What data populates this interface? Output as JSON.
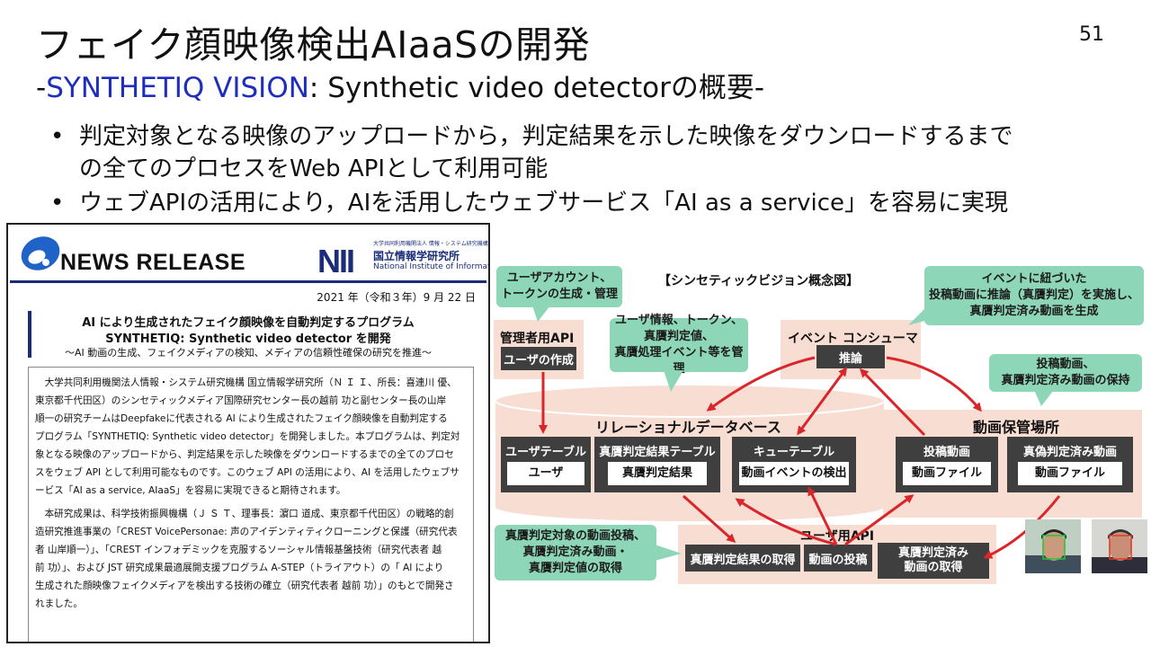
{
  "slide": {
    "title": "フェイク顔映像検出AIaaSの開発",
    "subtitle_dash_left": "-",
    "subtitle_blue": "SYNTHETIQ VISION",
    "subtitle_rest": ": Synthetic video detectorの概要-",
    "page_number": "51",
    "bullets": [
      {
        "line1": "判定対象となる映像のアップロードから，判定結果を示した映像をダウンロードするまで",
        "line2": "の全てのプロセスをWeb APIとして利用可能"
      },
      {
        "line1": "ウェブAPIの活用により，AIを活用したウェブサービス「AI as a service」を容易に実現"
      }
    ]
  },
  "news_release": {
    "header": "NEWS RELEASE",
    "logo_mark": "NII",
    "org_top": "大学共同利用機関法人 情報・システム研究機構",
    "org_jp": "国立情報学研究所",
    "org_en": "National Institute of Informatics",
    "date": "2021 年（令和３年）9 月 22 日",
    "headline1": "AI により生成されたフェイク顔映像を自動判定するプログラム",
    "headline2": "SYNTHETIQ: Synthetic video detector を開発",
    "headline3": "～AI 動画の生成、フェイクメディアの検知、メディアの信頼性確保の研究を推進～",
    "body_lines": [
      "大学共同利用機関法人情報・システム研究機構 国立情報学研究所（Ｎ Ｉ Ｉ、所長：喜連川 優、",
      "東京都千代田区）のシンセティックメディア国際研究センター長の越前 功と副センター長の山岸",
      "順一の研究チームはDeepfakeに代表される AI により生成されたフェイク顔映像を自動判定する",
      "プログラム「SYNTHETIQ: Synthetic video detector」を開発しました。本プログラムは、判定対",
      "象となる映像のアップロードから、判定結果を示した映像をダウンロードするまでの全てのプロセ",
      "スをウェブ API として利用可能なものです。このウェブ API の活用により、AI を活用したウェブサ",
      "ービス「AI as a service, AIaaS」を容易に実現できると期待されます。",
      "本研究成果は、科学技術振興機構（Ｊ Ｓ Ｔ、理事長：濵口 道成、東京都千代田区）の戦略的創",
      "造研究推進事業の「CREST VoicePersonae: 声のアイデンティティクローニングと保護（研究代表",
      "者 山岸順一）」、「CREST インフォデミックを克服するソーシャル情報基盤技術（研究代表者 越",
      "前 功）」、および JST 研究成果最適展開支援プログラム A-STEP（トライアウト）の「 AI により",
      "生成された顔映像フェイクメディアを検出する技術の確立（研究代表者 越前 功）」のもとで開発さ",
      "れました。"
    ]
  },
  "diagram": {
    "title": "【シンセティックビジョン概念図】",
    "bubbles": {
      "user_account": [
        "ユーザアカウント、",
        "トークンの生成・管理"
      ],
      "user_info": [
        "ユーザ情報、トークン、",
        "真贋判定値、",
        "真贋処理イベント等を管理"
      ],
      "event_infer": [
        "イベントに紐づいた",
        "投稿動画に推論（真贋判定）を実施し、",
        "真贋判定済み動画を生成"
      ],
      "storage": [
        "投稿動画、",
        "真贋判定済み動画の保持"
      ],
      "user_api_note": [
        "真贋判定対象の動画投稿、",
        "真贋判定済み動画・",
        "真贋判定値の取得"
      ]
    },
    "admin_api": {
      "label": "管理者用API",
      "item": "ユーザの作成"
    },
    "event_consumer": {
      "label": "イベント コンシューマ",
      "item": "推論"
    },
    "database": {
      "label": "リレーショナルデータベース",
      "tables": [
        {
          "name": "ユーザテーブル",
          "item": "ユーザ"
        },
        {
          "name": "真贋判定結果テーブル",
          "item": "真贋判定結果"
        },
        {
          "name": "キューテーブル",
          "item": "動画イベントの検出"
        }
      ]
    },
    "storage_area": {
      "label": "動画保管場所",
      "stores": [
        {
          "name": "投稿動画",
          "item": "動画ファイル"
        },
        {
          "name": "真偽判定済み動画",
          "item": "動画ファイル"
        }
      ]
    },
    "user_api": {
      "label": "ユーザ用API",
      "items": [
        "真贋判定結果の取得",
        "動画の投稿",
        "真贋判定済み\n動画の取得"
      ]
    },
    "colors": {
      "bubble": "#8ed6b8",
      "panel": "#f8ddd3",
      "dark": "#3f3f3f",
      "arrow": "#d9262b",
      "accent_blue": "#1f2dbf"
    }
  }
}
